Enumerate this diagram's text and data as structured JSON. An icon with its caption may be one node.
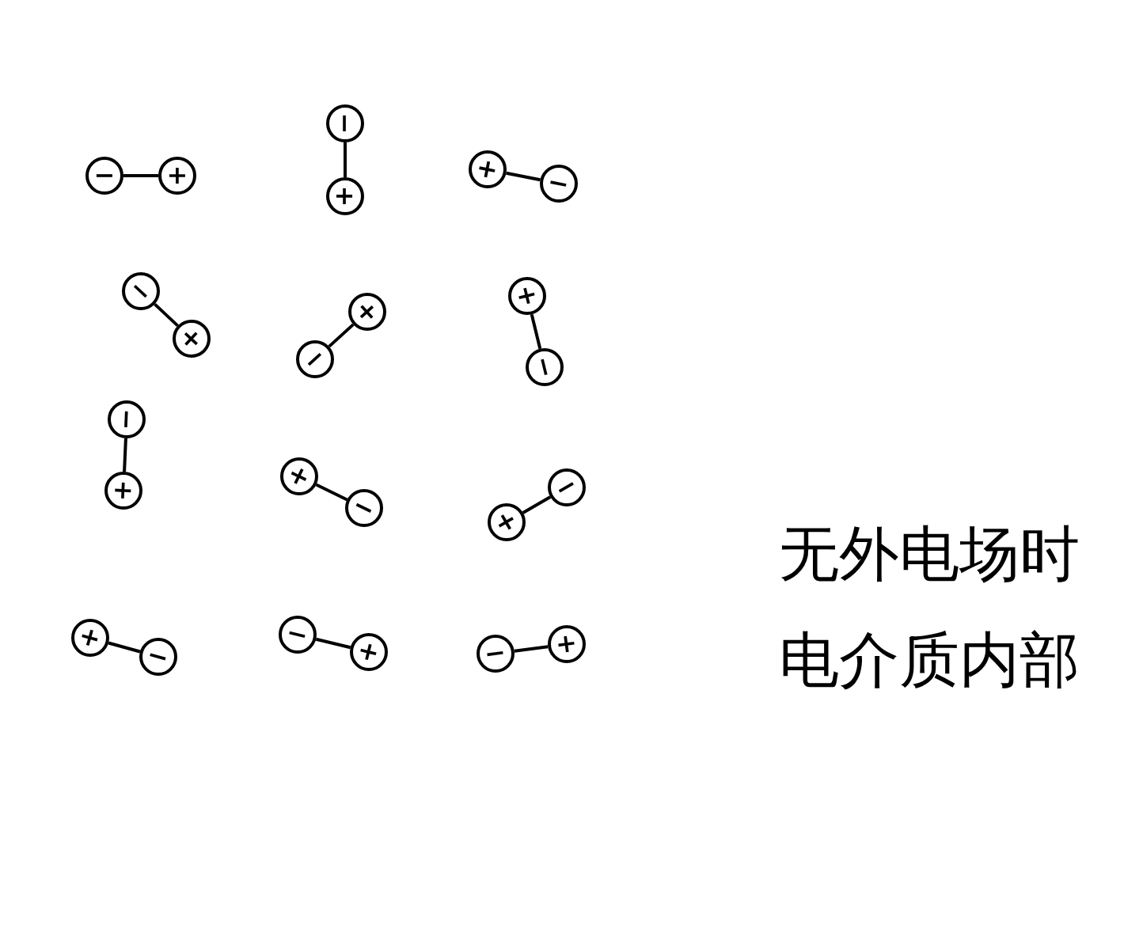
{
  "diagram": {
    "nodes": [
      {
        "text": [
          "−"
        ]
      },
      {
        "text": [
          "+"
        ]
      },
      {
        "text": [
          "−"
        ]
      },
      {
        "text": [
          "+"
        ]
      },
      {
        "text": [
          "+"
        ]
      },
      {
        "text": [
          "−"
        ]
      },
      {
        "text": [
          "−"
        ]
      },
      {
        "text": [
          "+"
        ]
      },
      {
        "text": [
          "−"
        ]
      },
      {
        "text": [
          "+"
        ]
      },
      {
        "text": [
          "+"
        ]
      },
      {
        "text": [
          "−"
        ]
      },
      {
        "text": [
          "−"
        ]
      },
      {
        "text": [
          "+"
        ]
      },
      {
        "text": [
          "+"
        ]
      },
      {
        "text": [
          "−"
        ]
      },
      {
        "text": [
          "+"
        ]
      },
      {
        "text": [
          "−"
        ]
      },
      {
        "text": [
          "+"
        ]
      },
      {
        "text": [
          "−"
        ]
      },
      {
        "text": [
          "−"
        ]
      },
      {
        "text": [
          "+"
        ]
      },
      {
        "text": [
          "−"
        ]
      },
      {
        "text": [
          "+"
        ]
      }
    ],
    "edges": [
      {
        "from": 0,
        "to": 1,
        "arrow": "none"
      },
      {
        "from": 2,
        "to": 3,
        "arrow": "none"
      },
      {
        "from": 4,
        "to": 5,
        "arrow": "none"
      },
      {
        "from": 6,
        "to": 7,
        "arrow": "none"
      },
      {
        "from": 8,
        "to": 9,
        "arrow": "none"
      },
      {
        "from": 10,
        "to": 11,
        "arrow": "none"
      },
      {
        "from": 12,
        "to": 13,
        "arrow": "none"
      },
      {
        "from": 14,
        "to": 15,
        "arrow": "none"
      },
      {
        "from": 16,
        "to": 17,
        "arrow": "none"
      },
      {
        "from": 18,
        "to": 19,
        "arrow": "none"
      },
      {
        "from": 20,
        "to": 21,
        "arrow": "none"
      },
      {
        "from": 22,
        "to": 23,
        "arrow": "none"
      }
    ],
    "labels": [
      "无外电场时",
      "电介质内部"
    ]
  }
}
